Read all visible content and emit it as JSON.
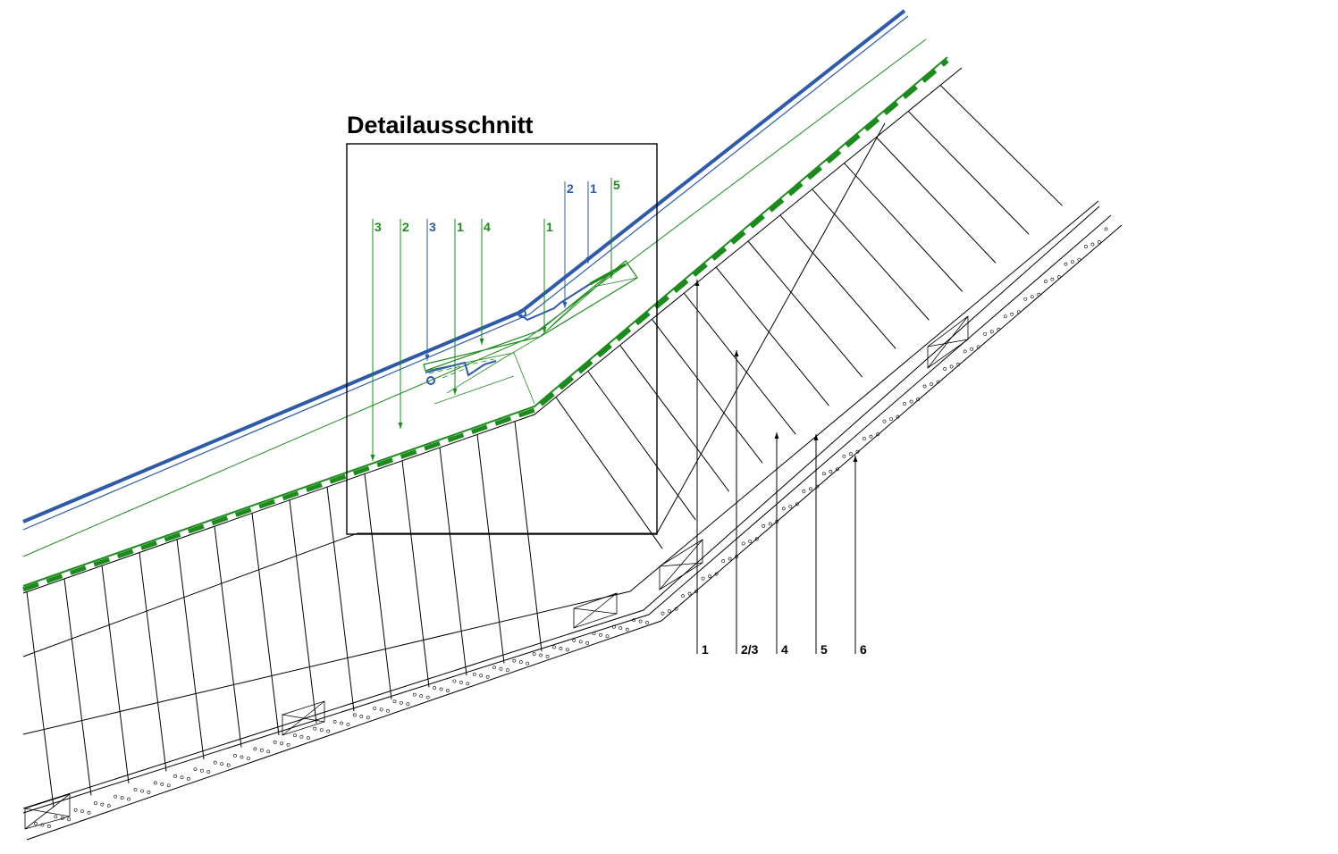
{
  "detail": {
    "title": "Detailausschnitt",
    "labels_green": [
      "3",
      "2",
      "1",
      "4",
      "1",
      "5"
    ],
    "labels_blue": [
      "3",
      "2",
      "1"
    ]
  },
  "callouts": [
    "1",
    "2/3",
    "4",
    "5",
    "6"
  ],
  "colors": {
    "blue": "#2f5aa8",
    "green": "#1d8a1d",
    "black": "#000000"
  }
}
